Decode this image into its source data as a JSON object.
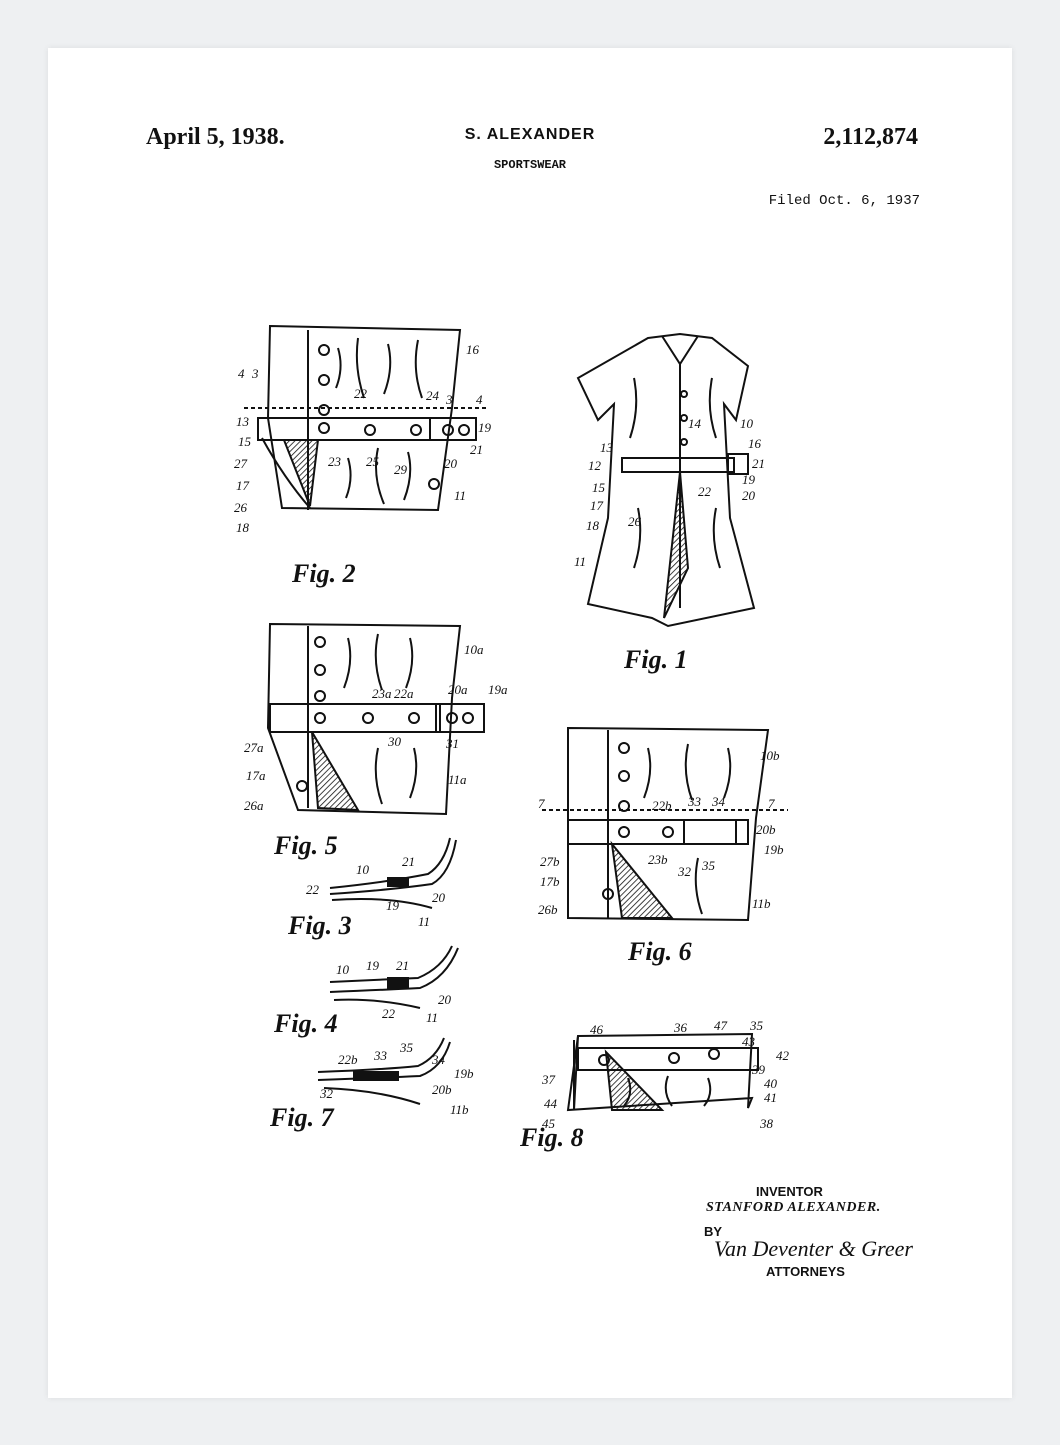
{
  "header": {
    "date": "April 5, 1938.",
    "inventor_name": "S. ALEXANDER",
    "title": "SPORTSWEAR",
    "patent_number": "2,112,874",
    "filed": "Filed Oct. 6, 1937"
  },
  "figures": {
    "fig1": "Fig. 1",
    "fig2": "Fig. 2",
    "fig3": "Fig. 3",
    "fig4": "Fig. 4",
    "fig5": "Fig. 5",
    "fig6": "Fig. 6",
    "fig7": "Fig. 7",
    "fig8": "Fig. 8"
  },
  "reference_numerals": {
    "fig2": [
      "16",
      "4",
      "3",
      "22",
      "24",
      "3",
      "4",
      "13",
      "15",
      "27",
      "17",
      "26",
      "18",
      "23",
      "25",
      "29",
      "20",
      "21",
      "19",
      "11"
    ],
    "fig1": [
      "10",
      "14",
      "16",
      "13",
      "12",
      "15",
      "17",
      "18",
      "26",
      "22",
      "21",
      "19",
      "20",
      "11"
    ],
    "fig5": [
      "10a",
      "20a",
      "19a",
      "23a",
      "22a",
      "27a",
      "17a",
      "26a",
      "30",
      "31",
      "11a"
    ],
    "fig6": [
      "10b",
      "7",
      "22b",
      "33",
      "34",
      "7",
      "20b",
      "19b",
      "27b",
      "17b",
      "26b",
      "23b",
      "32",
      "35",
      "11b"
    ],
    "fig3": [
      "10",
      "21",
      "22",
      "20",
      "19",
      "11"
    ],
    "fig4": [
      "10",
      "19",
      "21",
      "20",
      "22",
      "11"
    ],
    "fig7": [
      "22b",
      "33",
      "35",
      "34",
      "19b",
      "32",
      "20b",
      "11b"
    ],
    "fig8": [
      "46",
      "36",
      "47",
      "35",
      "43",
      "42",
      "37",
      "39",
      "40",
      "44",
      "41",
      "45",
      "38"
    ]
  },
  "signature_block": {
    "inventor_label": "INVENTOR",
    "inventor_full_name": "STANFORD ALEXANDER.",
    "by_label": "BY",
    "attorney_signature": "Van Deventer & Greer",
    "attorneys_label": "ATTORNEYS"
  }
}
